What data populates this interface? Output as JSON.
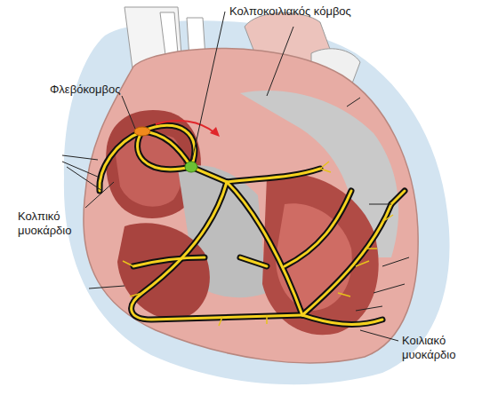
{
  "diagram": {
    "labels": [
      "Κολποκοιλιακός κόμβος",
      "Φλεβόκομβος",
      "Κολπικό μυοκάρδιο",
      "Κοιλιακό μυοκάρδιο"
    ]
  }
}
